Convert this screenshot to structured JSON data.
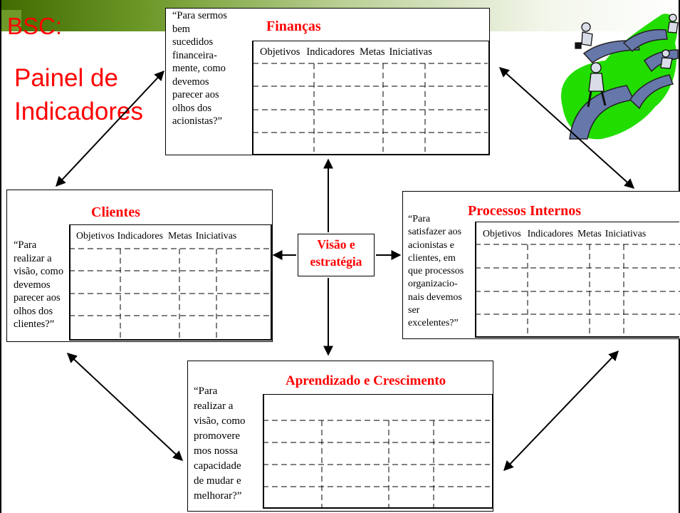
{
  "slide": {
    "tag": "BSC:",
    "heading_line1": "Painel de",
    "heading_line2": "Indicadores"
  },
  "center": {
    "line1": "Visão e",
    "line2": "estratégia"
  },
  "columns": [
    "Objetivos",
    "Indicadores",
    "Metas",
    "Iniciativas"
  ],
  "perspectives": {
    "financas": {
      "title": "Finanças",
      "question": [
        "“Para sermos",
        "bem",
        "sucedidos",
        "financeira-",
        "mente, como",
        "devemos",
        "parecer aos",
        "olhos dos",
        "acionistas?”"
      ]
    },
    "clientes": {
      "title": "Clientes",
      "question": [
        "“Para",
        "realizar a",
        "visão, como",
        "devemos",
        "parecer aos",
        "olhos dos",
        "clientes?”"
      ]
    },
    "processos": {
      "title": "Processos Internos",
      "question": [
        "“Para",
        "satisfazer aos",
        "acionistas e",
        "clientes, em",
        "que processos",
        "organizacio-",
        "nais devemos",
        "ser",
        "excelentes?”"
      ]
    },
    "aprendizado": {
      "title": "Aprendizado e Crescimento",
      "question": [
        "“Para",
        "realizar a",
        "visão, como",
        "promovere",
        "mos nossa",
        "capacidade",
        "de mudar e",
        "melhorar?”"
      ]
    }
  },
  "colors": {
    "accent_red": "#ff0000",
    "brand_green": "#6e9a2a",
    "clipart_green": "#22dd00",
    "bridge_blue": "#6677aa"
  },
  "icons": [
    "people-crossing-bridges-clipart"
  ]
}
